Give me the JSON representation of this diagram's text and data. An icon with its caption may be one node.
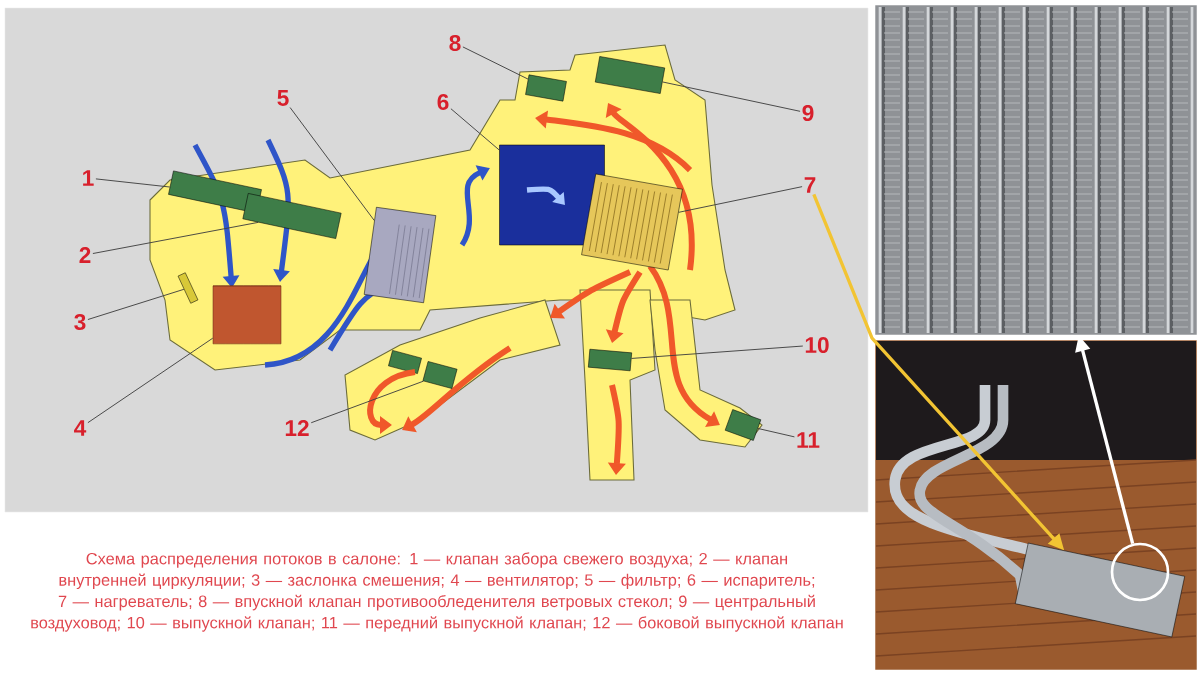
{
  "diagram": {
    "caption": "Схема распределения потоков в салоне: 1 — клапан забора свежего воздуха; 2 — клапан внутренней циркуляции; 3 — заслонка смешения; 4 — вентилятор; 5 — фильтр; 6 — испаритель; 7 — нагреватель; 8 — впускной клапан противообледенителя ветровых стекол; 9 — центральный воздуховод; 10 — выпускной клапан; 11 — передний выпускной клапан; 12 — боковой выпускной клапан",
    "nodes": [
      {
        "text": [
          "1"
        ]
      },
      {
        "text": [
          "2"
        ]
      },
      {
        "text": [
          "3"
        ]
      },
      {
        "text": [
          "4"
        ]
      },
      {
        "text": [
          "5"
        ]
      },
      {
        "text": [
          "6"
        ]
      },
      {
        "text": [
          "7"
        ]
      },
      {
        "text": [
          "8"
        ]
      },
      {
        "text": [
          "9"
        ]
      },
      {
        "text": [
          "10"
        ]
      },
      {
        "text": [
          "11"
        ]
      },
      {
        "text": [
          "12"
        ]
      },
      {
        "text": [],
        "shape": "box"
      },
      {
        "text": [],
        "shape": "box"
      },
      {
        "text": [],
        "shape": "box"
      },
      {
        "text": [],
        "shape": "cylinder"
      },
      {
        "text": [],
        "shape": "box"
      },
      {
        "text": [],
        "shape": "box"
      },
      {
        "text": [],
        "shape": "box"
      },
      {
        "text": [],
        "shape": "box"
      },
      {
        "text": [],
        "shape": "box"
      },
      {
        "text": [],
        "shape": "box"
      },
      {
        "text": [],
        "shape": "box"
      },
      {
        "text": [],
        "shape": "box"
      },
      {
        "text": [],
        "shape": "picture"
      },
      {
        "text": [],
        "shape": "picture"
      },
      {
        "text": [],
        "shape": "picture",
        "in": 25
      },
      {
        "text": [],
        "shape": "circle",
        "in": 26
      }
    ],
    "edges": [
      {
        "from": 0,
        "to": 12,
        "arrow": "none"
      },
      {
        "from": 1,
        "to": 13,
        "arrow": "none"
      },
      {
        "from": 2,
        "to": 14,
        "arrow": "none"
      },
      {
        "from": 3,
        "to": 15,
        "arrow": "none"
      },
      {
        "from": 4,
        "to": 16,
        "arrow": "none"
      },
      {
        "from": 5,
        "to": 17,
        "arrow": "none"
      },
      {
        "from": 6,
        "to": 18,
        "arrow": "none"
      },
      {
        "from": 7,
        "to": 19,
        "arrow": "none"
      },
      {
        "from": 8,
        "to": 20,
        "arrow": "none"
      },
      {
        "from": 9,
        "to": 21,
        "arrow": "none"
      },
      {
        "from": 10,
        "to": 22,
        "arrow": "none"
      },
      {
        "from": 11,
        "to": 23,
        "arrow": "none"
      },
      {
        "from": 6,
        "to": 26,
        "arrow": "to",
        "style": "thick",
        "color": "#f2c433"
      },
      {
        "from": 27,
        "to": 24,
        "arrow": "to",
        "style": "thick",
        "color": "#ffffff"
      }
    ]
  }
}
